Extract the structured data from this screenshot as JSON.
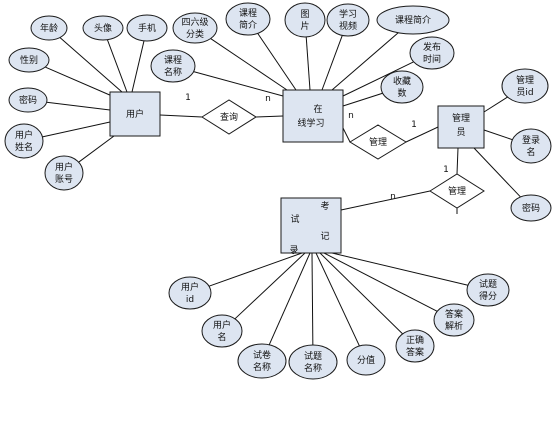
{
  "entities": {
    "user": "用户",
    "online_learning": [
      "在",
      "线学习"
    ],
    "admin": [
      "管理",
      "员"
    ],
    "exam_record": [
      "考",
      "试",
      "记",
      "录"
    ]
  },
  "relationships": {
    "query": "查询",
    "manage_learning": "管理",
    "manage_exam": "管理"
  },
  "cardinalities": {
    "user_query": "1",
    "query_learning": "n",
    "learning_manage": "n",
    "manage_admin": "1",
    "admin_manage2": "1",
    "manage2_exam": "n"
  },
  "attributes": {
    "user": {
      "age": [
        "年龄"
      ],
      "avatar": [
        "头像"
      ],
      "phone": [
        "手机"
      ],
      "gender": [
        "性别"
      ],
      "password": [
        "密码"
      ],
      "name": [
        "用户",
        "姓名"
      ],
      "account": [
        "用户",
        "账号"
      ]
    },
    "online_learning": {
      "cet_category": [
        "四六级",
        "分类"
      ],
      "course_intro1": [
        "课程",
        "简介"
      ],
      "picture": [
        "图",
        "片"
      ],
      "study_video": [
        "学习",
        "视频"
      ],
      "course_intro2": [
        "课程简介"
      ],
      "course_name": [
        "课程",
        "名称"
      ],
      "publish_time": [
        "发布",
        "时间"
      ],
      "favorites": [
        "收藏",
        "数"
      ]
    },
    "admin": {
      "admin_id": [
        "管理",
        "员id"
      ],
      "login_name": [
        "登录",
        "名"
      ],
      "password": [
        "密码"
      ]
    },
    "exam_record": {
      "user_id": [
        "用户",
        "id"
      ],
      "user_name": [
        "用户",
        "名"
      ],
      "paper_name": [
        "试卷",
        "名称"
      ],
      "question_name": [
        "试题",
        "名称"
      ],
      "score": [
        "分值"
      ],
      "correct_answer": [
        "正确",
        "答案"
      ],
      "answer_analysis": [
        "答案",
        "解析"
      ],
      "question_score": [
        "试题",
        "得分"
      ]
    }
  }
}
